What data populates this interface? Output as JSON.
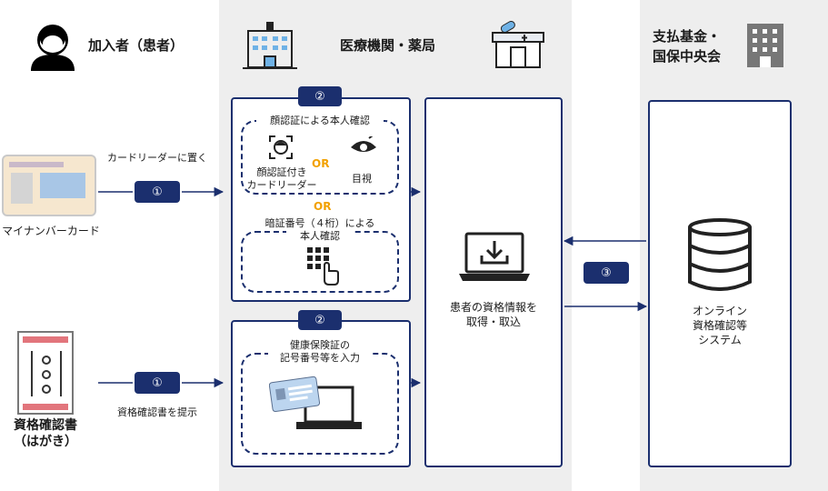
{
  "patient": {
    "title": "加入者（患者）"
  },
  "facility": {
    "title": "医療機関・薬局"
  },
  "fund": {
    "title_line1": "支払基金・",
    "title_line2": "国保中央会"
  },
  "cards": {
    "mynumber_label": "マイナンバーカード",
    "mynumber_action": "カードリーダーに置く",
    "postcard_label_line1": "資格確認書",
    "postcard_label_line2": "（はがき）",
    "postcard_action": "資格確認書を提示"
  },
  "steps": {
    "one": "①",
    "two": "②",
    "three": "③"
  },
  "verify": {
    "face_title": "顔認証による本人確認",
    "face_reader_line1": "顔認証付き",
    "face_reader_line2": "カードリーダー",
    "or": "OR",
    "visual": "目視",
    "pin_line1": "暗証番号（４桁）による",
    "pin_line2": "本人確認",
    "insurance_line1": "健康保険証の",
    "insurance_line2": "記号番号等を入力"
  },
  "obtain": {
    "line1": "患者の資格情報を",
    "line2": "取得・取込"
  },
  "system": {
    "line1": "オンライン",
    "line2": "資格確認等",
    "line3": "システム"
  },
  "colors": {
    "navy": "#1b2f6e",
    "or": "#f2a100",
    "band": "#eeeeee"
  }
}
